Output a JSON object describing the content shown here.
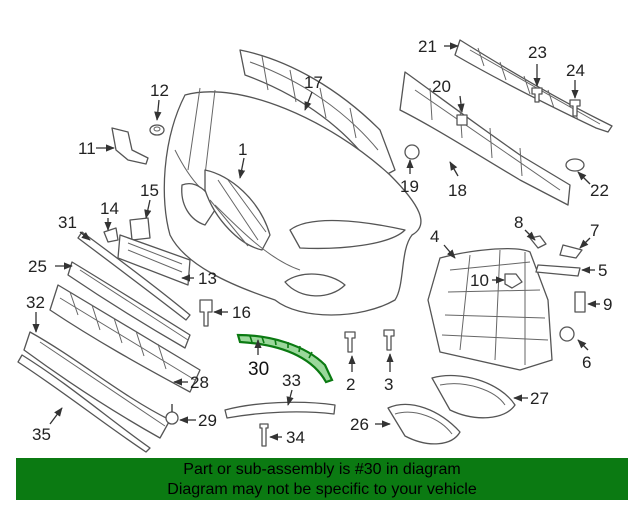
{
  "diagram": {
    "callouts": {
      "c1": "1",
      "c2": "2",
      "c3": "3",
      "c4": "4",
      "c5": "5",
      "c6": "6",
      "c7": "7",
      "c8": "8",
      "c9": "9",
      "c10": "10",
      "c11": "11",
      "c12": "12",
      "c13": "13",
      "c14": "14",
      "c15": "15",
      "c16": "16",
      "c17": "17",
      "c18": "18",
      "c19": "19",
      "c20": "20",
      "c21": "21",
      "c22": "22",
      "c23": "23",
      "c24": "24",
      "c25": "25",
      "c26": "26",
      "c27": "27",
      "c28": "28",
      "c29": "29",
      "c30": "30",
      "c31": "31",
      "c32": "32",
      "c33": "33",
      "c34": "34",
      "c35": "35"
    },
    "highlight_color": "#0b7a12"
  },
  "banner": {
    "line1": "Part or sub-assembly is #30 in diagram",
    "line2": "Diagram may not be specific to your vehicle",
    "background": "#0b7a12"
  }
}
